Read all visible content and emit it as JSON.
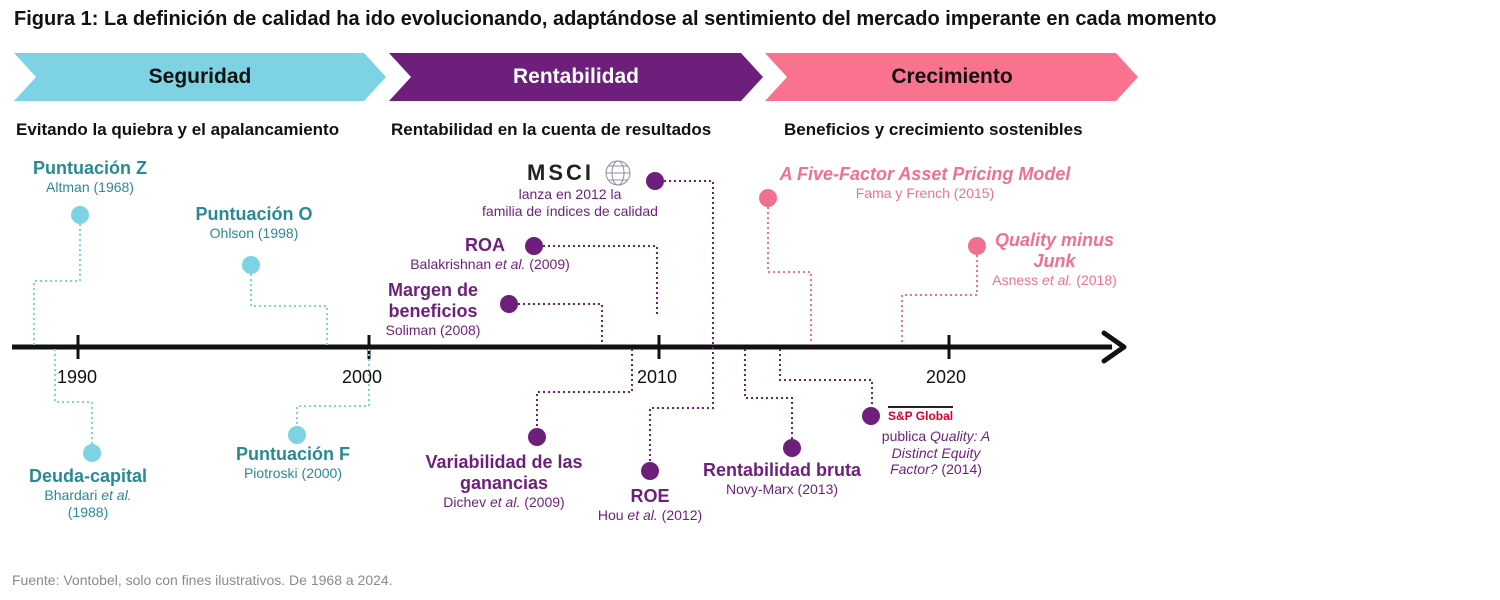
{
  "title": "Figura 1: La definición de calidad ha ido evolucionando, adaptándose al sentimiento del mercado imperante en cada momento",
  "phases": [
    {
      "label": "Seguridad",
      "subtitle": "Evitando la quiebra y el apalancamiento",
      "color": "#7dd3e3",
      "text_color": "#111111"
    },
    {
      "label": "Rentabilidad",
      "subtitle": "Rentabilidad en la cuenta de resultados",
      "color": "#6e1f7c",
      "text_color": "#ffffff"
    },
    {
      "label": "Crecimiento",
      "subtitle": "Beneficios y crecimiento sostenibles",
      "color": "#f9738f",
      "text_color": "#111111"
    }
  ],
  "axis": {
    "ticks": [
      "1990",
      "2000",
      "2010",
      "2020"
    ]
  },
  "events": {
    "zscore": {
      "title": "Puntuación Z",
      "source": "Altman (1968)"
    },
    "oscore": {
      "title": "Puntuación O",
      "source": "Ohlson (1998)"
    },
    "debt": {
      "title": "Deuda-capital",
      "source_a": "Bhardari ",
      "source_em": "et al.",
      "source_b": "(1988)"
    },
    "fscore": {
      "title": "Puntuación F",
      "source": "Piotroski (2000)"
    },
    "msci": {
      "logo": "MSCI",
      "line1": "lanza en 2012 la",
      "line2": "familia de índices de calidad"
    },
    "roa": {
      "title": "ROA",
      "source_a": "Balakrishnan ",
      "source_em": "et al.",
      "source_b": " (2009)"
    },
    "margin": {
      "title1": "Margen de",
      "title2": "beneficios",
      "source": "Soliman (2008)"
    },
    "variability": {
      "title1": "Variabilidad de las",
      "title2": "ganancias",
      "source_a": "Dichev ",
      "source_em": "et al.",
      "source_b": " (2009)"
    },
    "roe": {
      "title": "ROE",
      "source_a": "Hou ",
      "source_em": "et al.",
      "source_b": " (2012)"
    },
    "gross": {
      "title": "Rentabilidad bruta",
      "source": "Novy-Marx (2013)"
    },
    "sp": {
      "logo": "S&P Global",
      "line1_a": "publica ",
      "line1_em": "Quality: A",
      "line2_em": "Distinct Equity",
      "line3_em": "Factor?",
      "line3_b": " (2014)"
    },
    "fivefactor": {
      "title": "A Five-Factor Asset Pricing Model",
      "source": "Fama y French (2015)"
    },
    "qmj": {
      "title1": "Quality minus",
      "title2": "Junk",
      "source_a": "Asness ",
      "source_em": "et al.",
      "source_b": " (2018)"
    }
  },
  "colors": {
    "teal_dot": "#7dd3e3",
    "teal_text": "#2a8a94",
    "purple": "#6e1f7c",
    "pink": "#f0708f",
    "axis": "#111111"
  },
  "source_note": "Fuente: Vontobel, solo con fines ilustrativos. De 1968 a 2024."
}
